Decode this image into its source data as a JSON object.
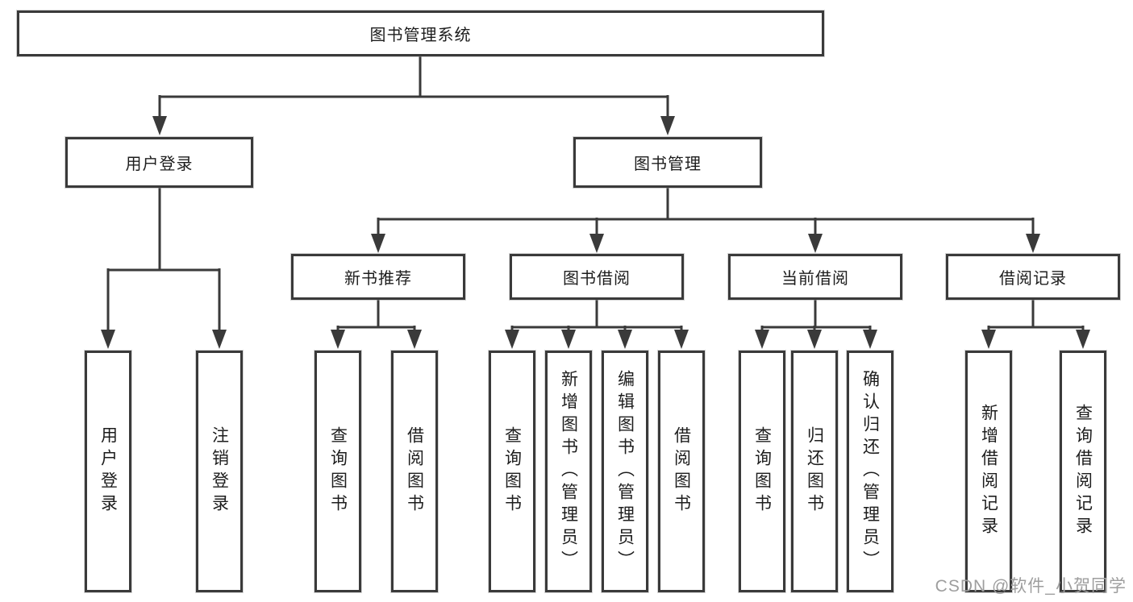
{
  "diagram": {
    "root": {
      "label": "图书管理系统"
    },
    "level2": [
      {
        "label": "用户登录",
        "children": [
          {
            "label": "用户登录"
          },
          {
            "label": "注销登录"
          }
        ]
      },
      {
        "label": "图书管理",
        "children": [
          {
            "label": "新书推荐",
            "children": [
              {
                "label": "查询图书"
              },
              {
                "label": "借阅图书"
              }
            ]
          },
          {
            "label": "图书借阅",
            "children": [
              {
                "label": "查询图书"
              },
              {
                "label": "新增图书（管理员）"
              },
              {
                "label": "编辑图书（管理员）"
              },
              {
                "label": "借阅图书"
              }
            ]
          },
          {
            "label": "当前借阅",
            "children": [
              {
                "label": "查询图书"
              },
              {
                "label": "归还图书"
              },
              {
                "label": "确认归还（管理员）"
              }
            ]
          },
          {
            "label": "借阅记录",
            "children": [
              {
                "label": "新增借阅记录"
              },
              {
                "label": "查询借阅记录"
              }
            ]
          }
        ]
      }
    ]
  },
  "colors": {
    "line": "#3a3a3a",
    "text": "#1d1d1d",
    "watermark": "#9e9e9e",
    "background": "#ffffff"
  },
  "watermark": {
    "text": "CSDN @软件_小贺同学"
  }
}
